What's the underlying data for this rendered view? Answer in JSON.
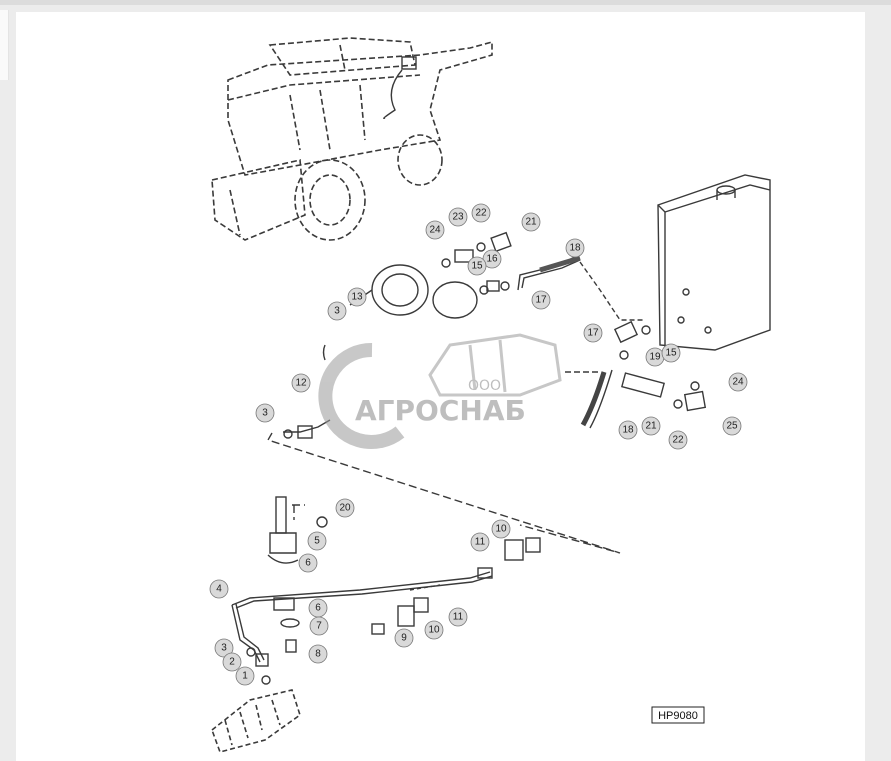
{
  "diagram": {
    "reference_code": "HP9080",
    "callouts": [
      "24",
      "23",
      "22",
      "21",
      "16",
      "15",
      "17",
      "18",
      "13",
      "3",
      "12",
      "17",
      "19",
      "15",
      "24",
      "25",
      "22",
      "21",
      "18",
      "3",
      "20",
      "5",
      "6",
      "4",
      "11",
      "10",
      "6",
      "7",
      "3",
      "2",
      "1",
      "8",
      "9",
      "10",
      "11"
    ]
  },
  "watermark": {
    "company_prefix": "ООО",
    "company_name": "АГРОСНАБ",
    "color": "#9a9a9a"
  },
  "colors": {
    "line": "#3a3a3a",
    "callout_fill": "#d9d9d9",
    "background": "#ffffff",
    "page": "#ececec"
  }
}
